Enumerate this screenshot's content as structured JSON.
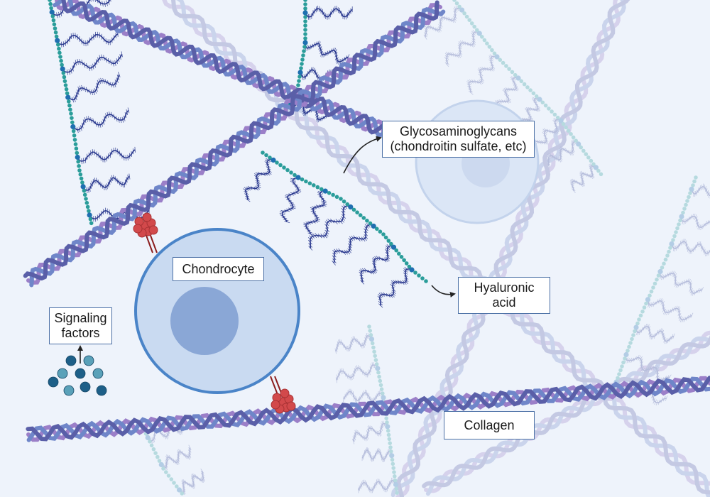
{
  "labels": {
    "glycosaminoglycans": {
      "line1": "Glycosaminoglycans",
      "line2": "(chondroitin sulfate, etc)"
    },
    "chondrocyte": "Chondrocyte",
    "hyaluronic_acid": {
      "line1": "Hyaluronic",
      "line2": "acid"
    },
    "signaling_factors": {
      "line1": "Signaling",
      "line2": "factors"
    },
    "collagen": "Collagen"
  },
  "colors": {
    "background": "#eef3fb",
    "collagen_purple": "#9b7fc8",
    "collagen_blue": "#6f86c9",
    "collagen_dark": "#5a5fa8",
    "gag_chain": "#2b3a8f",
    "hyaluronic_bead": "#2a9d9a",
    "hyaluronic_link": "#1f6fb0",
    "cell_fill": "#c9daf1",
    "cell_border": "#4a84c8",
    "nucleus": "#8aa7d6",
    "integrin": "#d2494b",
    "signaling_dark": "#1d5f88",
    "signaling_light": "#5aa1b9",
    "label_border": "#4a6fa5"
  }
}
